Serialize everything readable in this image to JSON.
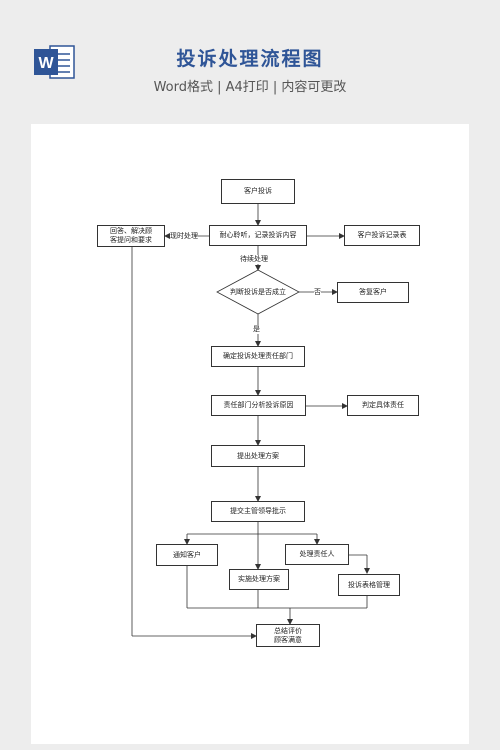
{
  "header": {
    "title": "投诉处理流程图",
    "subtitle": "Word格式 | A4打印 | 内容可更改",
    "icon_letter": "W",
    "brand_color": "#2f5597"
  },
  "nodes": {
    "complaint": "客户投诉",
    "listen": "耐心聆听，记录投诉内容",
    "record_sheet": "客户投诉记录表",
    "reply_line1": "回答、解决顾",
    "reply_line2": "客提问和要求",
    "judge": "判断投诉是否成立",
    "answer_customer": "答复客户",
    "confirm_dept": "确定投诉处理责任部门",
    "analyze": "责任部门分析投诉原因",
    "judge_resp": "判定具体责任",
    "propose": "提出处理方案",
    "submit": "提交主管领导批示",
    "notify": "通知客户",
    "handle_person": "处理责任人",
    "implement": "实施处理方案",
    "form_mgmt": "投诉表格管理",
    "summary_line1": "总结评价",
    "summary_line2": "顾客满意"
  },
  "labels": {
    "immediate": "现时处理",
    "pending": "待续处理",
    "no": "否",
    "yes": "是"
  }
}
